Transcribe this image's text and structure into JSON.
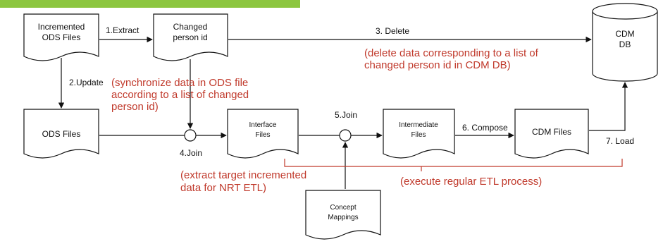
{
  "theme": {
    "accent_bar": "#8cc63f",
    "annotation": "#c0392b",
    "stroke": "#111111"
  },
  "nodes": {
    "incremented_ods": [
      "Incremented",
      "ODS Files"
    ],
    "changed_person_id": [
      "Changed",
      "person id"
    ],
    "cdm_db": [
      "CDM",
      "DB"
    ],
    "ods_files": [
      "ODS Files"
    ],
    "interface_files": [
      "Interface",
      "Files"
    ],
    "intermediate_files": [
      "Intermediate",
      "Files"
    ],
    "cdm_files": [
      "CDM Files"
    ],
    "concept_mappings": [
      "Concept",
      "Mappings"
    ]
  },
  "steps": {
    "extract": "1.Extract",
    "update": "2.Update",
    "delete": "3. Delete",
    "join4": "4.Join",
    "join5": "5.Join",
    "compose": "6. Compose",
    "load": "7. Load"
  },
  "annotations": {
    "delete_note": [
      "(delete data corresponding to a list of",
      "changed person id in CDM DB)"
    ],
    "sync_note": [
      "(synchronize data in ODS file",
      "according to a list of changed",
      "person id)"
    ],
    "extract_note": [
      "(extract target incremented",
      "data for NRT ETL)"
    ],
    "etl_note": [
      "(execute regular ETL process)"
    ]
  }
}
